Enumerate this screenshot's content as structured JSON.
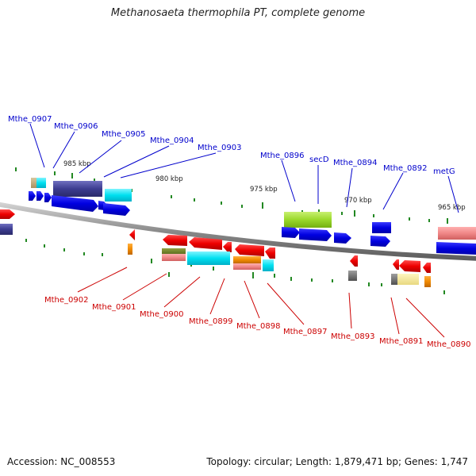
{
  "title": "Methanosaeta thermophila PT, complete genome",
  "footer": {
    "accession": "Accession: NC_008553",
    "summary": "Topology: circular; Length: 1,879,471 bp; Genes: 1,747"
  },
  "scale_labels": [
    "985 kbp",
    "980 kbp",
    "975 kbp",
    "970 kbp",
    "965 kbp"
  ],
  "forward_labels": [
    "Mthe_0907",
    "Mthe_0906",
    "Mthe_0905",
    "Mthe_0904",
    "Mthe_0903",
    "Mthe_0896",
    "secD",
    "Mthe_0894",
    "Mthe_0892",
    "metG"
  ],
  "reverse_labels": [
    "Mthe_0902",
    "Mthe_0901",
    "Mthe_0900",
    "Mthe_0899",
    "Mthe_0898",
    "Mthe_0897",
    "Mthe_0893",
    "Mthe_0891",
    "Mthe_0890"
  ],
  "colors": {
    "forward_cds": "#0000dd",
    "reverse_cds": "#ee0000",
    "backbone": "#888888",
    "tick": "#228822",
    "forward_label": "#0000cc",
    "reverse_label": "#cc0000"
  }
}
